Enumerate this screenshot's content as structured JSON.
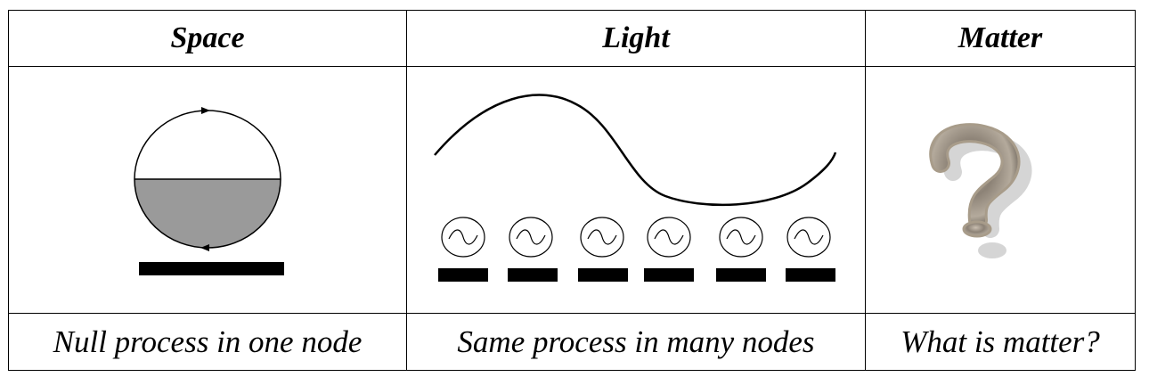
{
  "columns": [
    {
      "header": "Space",
      "caption": "Null process in one node"
    },
    {
      "header": "Light",
      "caption": "Same process in many nodes"
    },
    {
      "header": "Matter",
      "caption": "What is matter?"
    }
  ],
  "icons": {
    "space": "rotating-circle-icon",
    "light": "wave-icon",
    "matter": "question-mark-icon"
  },
  "colors": {
    "fill_gray": "#9a9a9a",
    "line": "#000000"
  }
}
